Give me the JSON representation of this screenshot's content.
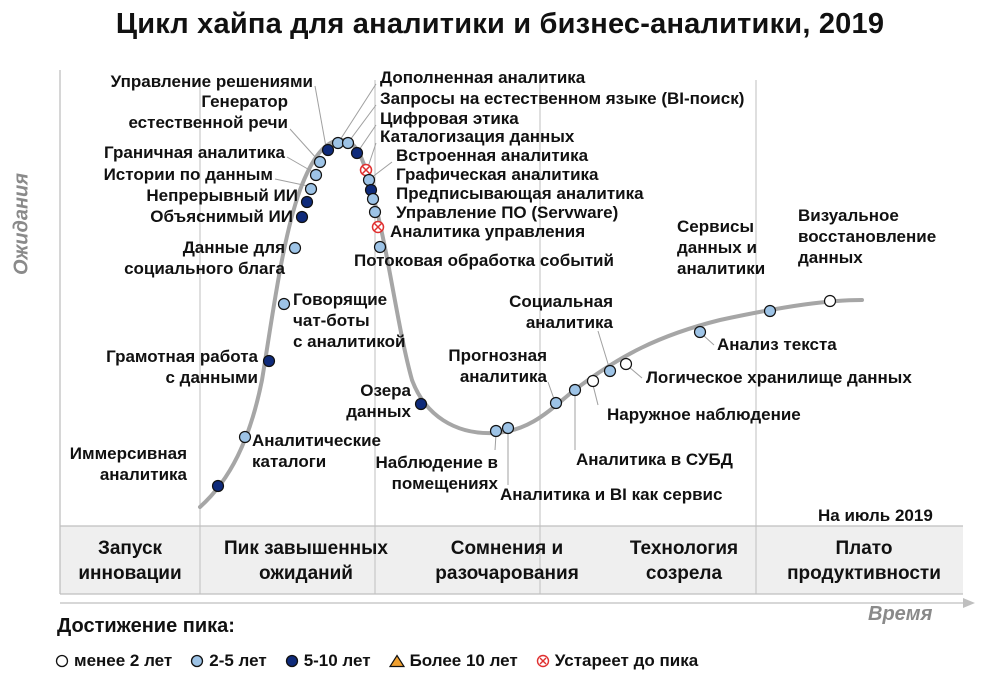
{
  "title": "Цикл хайпа для аналитики и бизнес-аналитики, 2019",
  "axis": {
    "y_label": "Ожидания",
    "x_label": "Время"
  },
  "as_of": "На июль 2019",
  "phases": [
    "Запуск\nинновации",
    "Пик завышенных\nожиданий",
    "Сомнения и\nразочарования",
    "Технология\nсозрела",
    "Плато\nпродуктивности"
  ],
  "legend": {
    "title": "Достижение пика:",
    "items": [
      {
        "label": "менее 2 лет",
        "marker": "open-circle"
      },
      {
        "label": "2-5 лет",
        "marker": "light-blue-circle"
      },
      {
        "label": "5-10 лет",
        "marker": "dark-blue-circle"
      },
      {
        "label": "Более 10 лет",
        "marker": "orange-triangle"
      },
      {
        "label": "Устареет до пика",
        "marker": "red-crossed-circle"
      }
    ]
  },
  "colors": {
    "curve": "#a6a6a6",
    "light_blue": "#9dc3e6",
    "dark_blue": "#0e2a7a",
    "orange": "#f0a030",
    "obsolete_red": "#e03030",
    "phase_band": "#efefef",
    "divider": "#bfbfbf"
  },
  "technologies": [
    {
      "name": "Иммерсивная\nаналитика",
      "category": "5-10 лет"
    },
    {
      "name": "Аналитические\nкаталоги",
      "category": "2-5 лет"
    },
    {
      "name": "Грамотная работа\nс данными",
      "category": "5-10 лет"
    },
    {
      "name": "Говорящие\nчат-боты\nс аналитикой",
      "category": "2-5 лет"
    },
    {
      "name": "Данные для\nсоциального блага",
      "category": "2-5 лет"
    },
    {
      "name": "Объяснимый ИИ",
      "category": "5-10 лет"
    },
    {
      "name": "Непрерывный ИИ",
      "category": "5-10 лет"
    },
    {
      "name": "Истории по данным",
      "category": "2-5 лет"
    },
    {
      "name": "Граничная аналитика",
      "category": "2-5 лет"
    },
    {
      "name": "Генератор\nестественной речи",
      "category": "2-5 лет"
    },
    {
      "name": "Управление решениями",
      "category": "5-10 лет"
    },
    {
      "name": "Дополненная аналитика",
      "category": "2-5 лет"
    },
    {
      "name": "Запросы на естественном языке (BI-поиск)",
      "category": "2-5 лет"
    },
    {
      "name": "Цифровая этика",
      "category": "5-10 лет"
    },
    {
      "name": "Каталогизация данных",
      "category": "Устареет до пика"
    },
    {
      "name": "Встроенная аналитика",
      "category": "2-5 лет"
    },
    {
      "name": "Графическая аналитика",
      "category": "5-10 лет"
    },
    {
      "name": "Предписывающая аналитика",
      "category": "2-5 лет"
    },
    {
      "name": "Управление ПО (Servware)",
      "category": "2-5 лет"
    },
    {
      "name": "Аналитика управления",
      "category": "Устареет до пика"
    },
    {
      "name": "Потоковая обработка событий",
      "category": "2-5 лет"
    },
    {
      "name": "Озера\nданных",
      "category": "5-10 лет"
    },
    {
      "name": "Наблюдение в\nпомещениях",
      "category": "2-5 лет"
    },
    {
      "name": "Аналитика и BI как сервис",
      "category": "2-5 лет"
    },
    {
      "name": "Прогнозная\nаналитика",
      "category": "2-5 лет"
    },
    {
      "name": "Аналитика в СУБД",
      "category": "2-5 лет"
    },
    {
      "name": "Наружное наблюдение",
      "category": "менее 2 лет"
    },
    {
      "name": "Социальная\nаналитика",
      "category": "2-5 лет"
    },
    {
      "name": "Логическое хранилище данных",
      "category": "менее 2 лет"
    },
    {
      "name": "Анализ текста",
      "category": "2-5 лет"
    },
    {
      "name": "Сервисы\nданных и\nаналитики",
      "category": "2-5 лет"
    },
    {
      "name": "Визуальное\nвосстановление\nданных",
      "category": "менее 2 лет"
    }
  ]
}
